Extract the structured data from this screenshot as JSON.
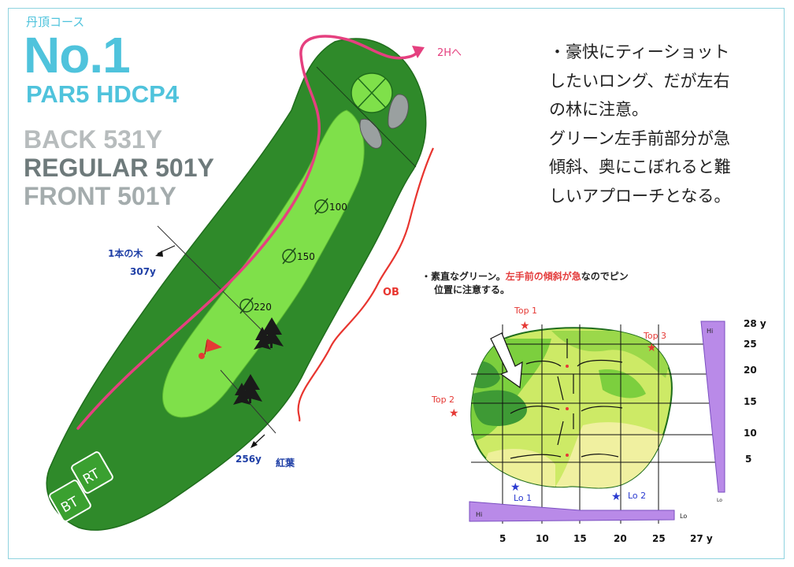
{
  "header": {
    "course_name": "丹頂コース",
    "hole_number": "No.1",
    "par_hdcp": "PAR5 HDCP4",
    "back": "BACK 531Y",
    "regular": "REGULAR 501Y",
    "front": "FRONT 501Y"
  },
  "description": {
    "lines": [
      "・豪快にティーショット",
      "したいロング、だが左右",
      "の林に注意。",
      "グリーン左手前部分が急",
      "傾斜、奥にこぼれると難",
      "しいアプローチとなる。"
    ]
  },
  "hole_map": {
    "next_hole": "2Hへ",
    "ob": "OB",
    "marker_100": "100",
    "marker_150": "150",
    "marker_220": "220",
    "tree_label": "1本の木",
    "tree_dist": "307y",
    "momiji_label": "紅葉",
    "momiji_dist": "256y",
    "tee_rt": "RT",
    "tee_bt": "BT"
  },
  "green_note": {
    "bullet": "・",
    "part1": "素直なグリーン。",
    "part2": "左手前の傾斜が急",
    "part3": "なのでピン",
    "line2": "位置に注意する。"
  },
  "green_diagram": {
    "top1": "Top 1",
    "top2": "Top 2",
    "top3": "Top 3",
    "lo1": "Lo 1",
    "lo2": "Lo 2",
    "side_hi": "Hi",
    "side_lo": "Lo",
    "bottom_hi": "Hi",
    "bottom_lo": "Lo",
    "right_axis": [
      "28 y",
      "25",
      "20",
      "15",
      "10",
      "5"
    ],
    "bottom_axis": [
      "5",
      "10",
      "15",
      "20",
      "25",
      "27 y"
    ]
  },
  "colors": {
    "accent": "#4fc3dc",
    "fairway_dark": "#2f8a2a",
    "fairway_light": "#7fe04a",
    "route": "#e5407f",
    "ob": "#e8352f",
    "slope": "#b98ae8"
  }
}
